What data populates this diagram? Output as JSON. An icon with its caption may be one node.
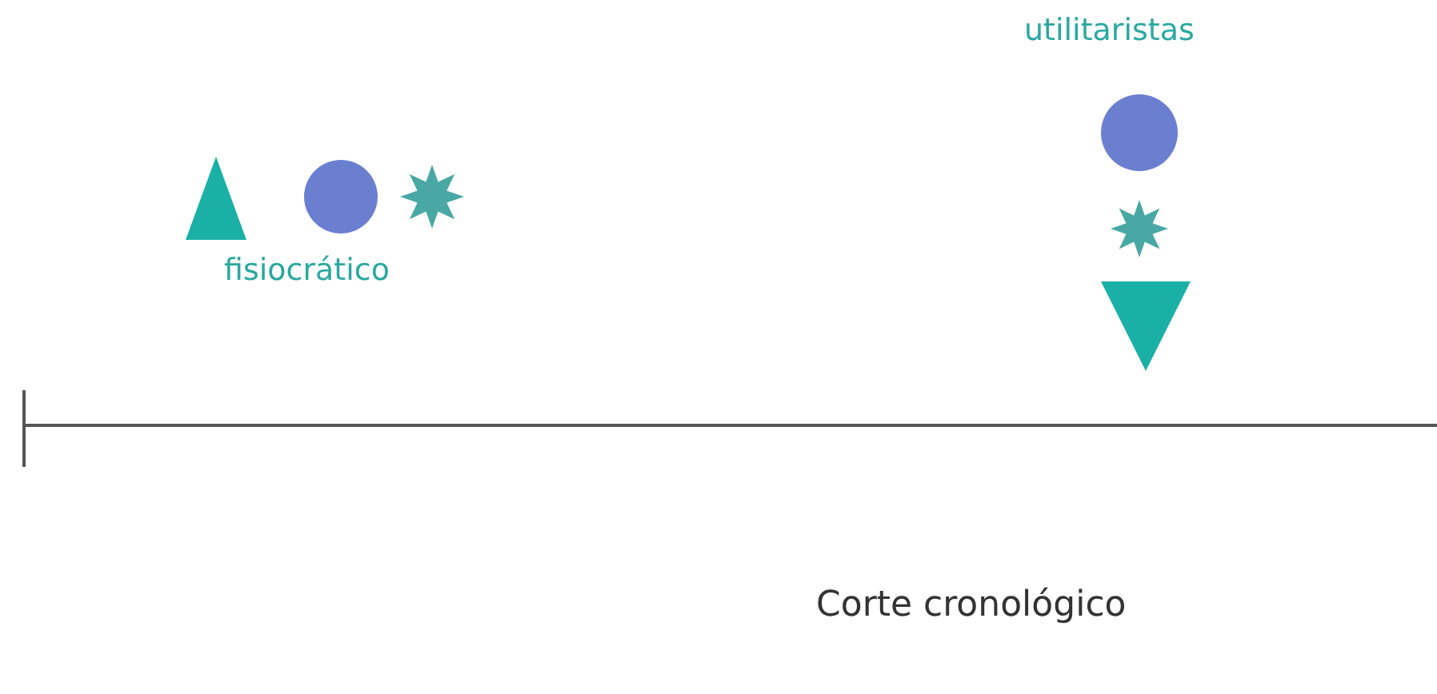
{
  "diagram": {
    "labels": [
      "fisiocrático",
      "utilitaristas",
      "Corte cronológico"
    ]
  }
}
